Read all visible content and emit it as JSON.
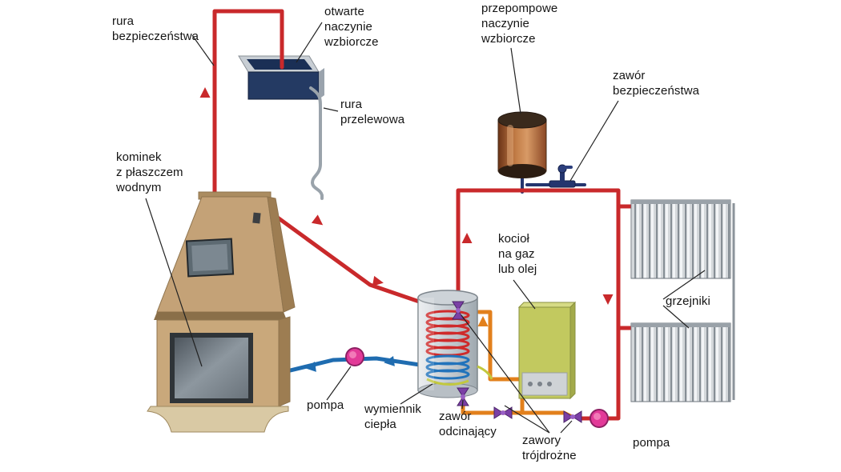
{
  "labels": {
    "rura_bezpieczenstwa": "rura\nbezpieczeństwa",
    "otwarte_naczynie": "otwarte\nnaczynie\nwzbiorcze",
    "rura_przelewowa": "rura\nprzelewowa",
    "kominek": "kominek\nz płaszczem\nwodnym",
    "przepompowe_naczynie": "przepompowe\nnaczynie\nwzbiorcze",
    "zawor_bezpieczenstwa": "zawór\nbezpieczeństwa",
    "kociol": "kocioł\nna gaz\nlub olej",
    "grzejniki": "grzejniki",
    "pompa_lewa": "pompa",
    "wymiennik_ciepla": "wymiennik\nciepła",
    "zawor_odcinajacy": "zawór\nodcinający",
    "zawory_trojdrozne": "zawory\ntrójdrożne",
    "pompa_prawa": "pompa"
  },
  "colors": {
    "pipe_hot": "#c9292b",
    "pipe_cold": "#1f6cb0",
    "pipe_warm": "#e2801c",
    "pipe_overflow": "#9aa3ab",
    "pipe_safety_branch": "#24356e",
    "pump": "#e23a98",
    "valve": "#7a3fa5",
    "fireplace_body": "#c4a277",
    "boiler_body": "#c2c95f",
    "vessel_copper": "#b5693a",
    "vessel_open_water": "#1a2f55",
    "radiator": "#d3d7da"
  }
}
